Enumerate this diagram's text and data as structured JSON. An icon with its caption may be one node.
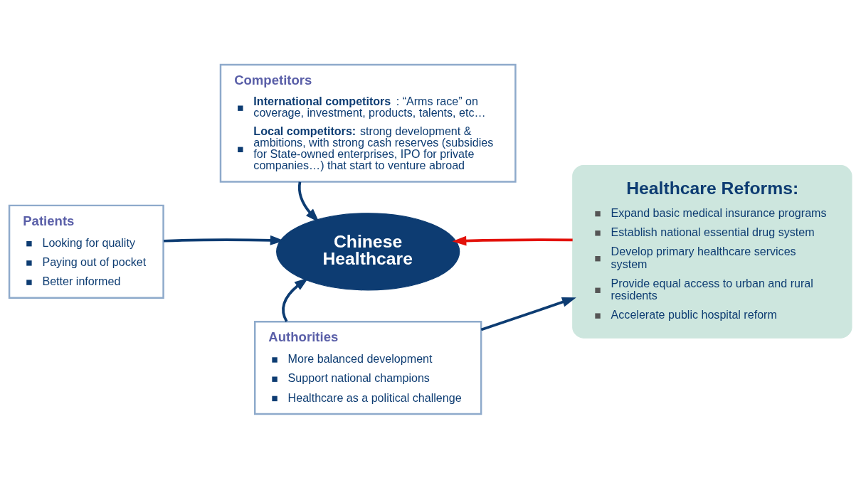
{
  "diagram": {
    "nodes": [
      {
        "text": [
          "Competitors",
          "**International competitors**: “Arms race” on coverage, investment, products, talents, etc…",
          "**Local competitors:** strong development & ambitions, with strong cash reserves (subsidies for State-owned enterprises, IPO for private companies…) that start to venture abroad"
        ]
      },
      {
        "text": [
          "Patients",
          "Looking for quality",
          "Paying out of pocket",
          "Better informed"
        ]
      },
      {
        "text": [
          "Chinese Healthcare"
        ]
      },
      {
        "text": [
          "Authorities",
          "More balanced development",
          "Support national champions",
          "Healthcare as a political challenge"
        ]
      },
      {
        "text": [
          "Healthcare Reforms:",
          "Expand basic medical insurance programs",
          "Establish national essential drug system",
          "Develop primary healthcare services system",
          "Provide equal access to urban and rural residents",
          "Accelerate public hospital reform"
        ]
      }
    ],
    "edges": [
      {
        "from": 0,
        "to": 2,
        "arrow": "to"
      },
      {
        "from": 1,
        "to": 2,
        "arrow": "to"
      },
      {
        "from": 3,
        "to": 2,
        "arrow": "to"
      },
      {
        "from": 4,
        "to": 2,
        "arrow": "to",
        "color": "#e3120b"
      },
      {
        "from": 3,
        "to": 4,
        "arrow": "to"
      }
    ]
  }
}
